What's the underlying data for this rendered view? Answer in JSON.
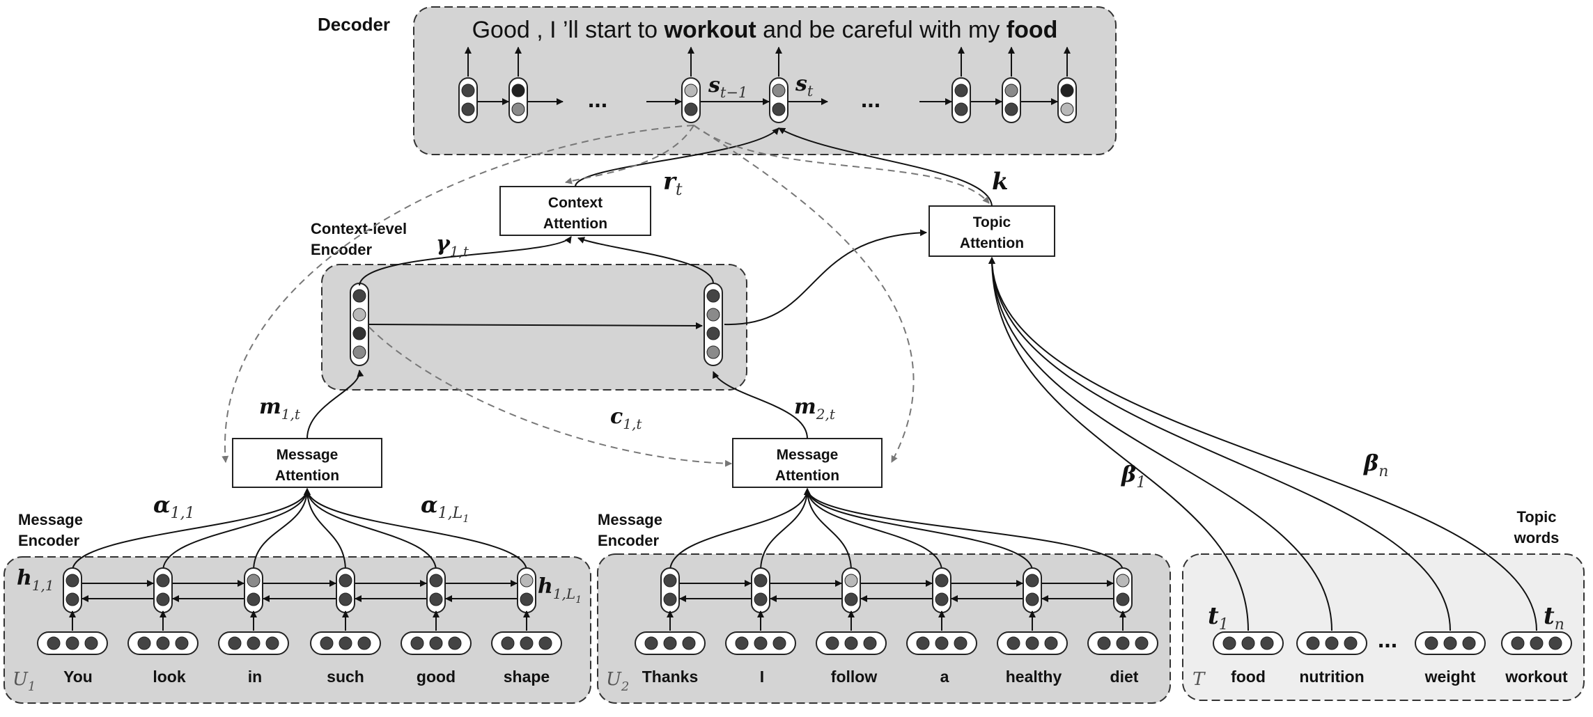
{
  "decoder": {
    "label": "Decoder",
    "sentence": [
      {
        "t": "Good ,  I ’ll start to ",
        "bold": false
      },
      {
        "t": "workout",
        "bold": true
      },
      {
        "t": " and be careful with my ",
        "bold": false
      },
      {
        "t": "food",
        "bold": true
      }
    ],
    "state_prev": "s",
    "state_prev_sub": "t−1",
    "state_cur": "s",
    "state_cur_sub": "t",
    "ellipsis": "..."
  },
  "context_attention": {
    "line1": "Context",
    "line2": "Attention"
  },
  "topic_attention": {
    "line1": "Topic",
    "line2": "Attention"
  },
  "context_encoder": {
    "line1": "Context-level",
    "line2": "Encoder"
  },
  "message_attention_1": {
    "line1": "Message",
    "line2": "Attention"
  },
  "message_attention_2": {
    "line1": "Message",
    "line2": "Attention"
  },
  "message_encoder_1": {
    "line1": "Message",
    "line2": "Encoder"
  },
  "message_encoder_2": {
    "line1": "Message",
    "line2": "Encoder"
  },
  "topic_words_label": {
    "line1": "Topic",
    "line2": "words"
  },
  "symbols": {
    "r": "r",
    "r_sub": "t",
    "k": "k",
    "gamma": "γ",
    "gamma_sub": "1,t",
    "c": "c",
    "c_sub": "1,t",
    "m1": "m",
    "m1_sub": "1,t",
    "m2": "m",
    "m2_sub": "2,t",
    "alpha1": "α",
    "alpha1_sub": "1,1",
    "alphaL": "α",
    "alphaL_sub": "1,L",
    "alphaL_subsub": "1",
    "h1": "h",
    "h1_sub": "1,1",
    "hL": "h",
    "hL_sub": "1,L",
    "hL_subsub": "1",
    "beta1": "β",
    "beta1_sub": "1",
    "betan": "β",
    "betan_sub": "n",
    "t1": "t",
    "t1_sub": "1",
    "tn": "t",
    "tn_sub": "n"
  },
  "utterance_1": {
    "label": "U",
    "label_sub": "1",
    "words": [
      "You",
      "look",
      "in",
      "such",
      "good",
      "shape"
    ]
  },
  "utterance_2": {
    "label": "U",
    "label_sub": "2",
    "words": [
      "Thanks",
      "I",
      "follow",
      "a",
      "healthy",
      "diet"
    ]
  },
  "topic_panel": {
    "label": "T",
    "words": [
      "food",
      "nutrition",
      "weight",
      "workout"
    ],
    "ellipsis": "..."
  },
  "colors": {
    "panel": "#d4d4d4",
    "panel_light": "#eeeeee",
    "dark_dot": "#444444",
    "mid_dot": "#8a8a8a",
    "light_dot": "#b9b9b9"
  }
}
